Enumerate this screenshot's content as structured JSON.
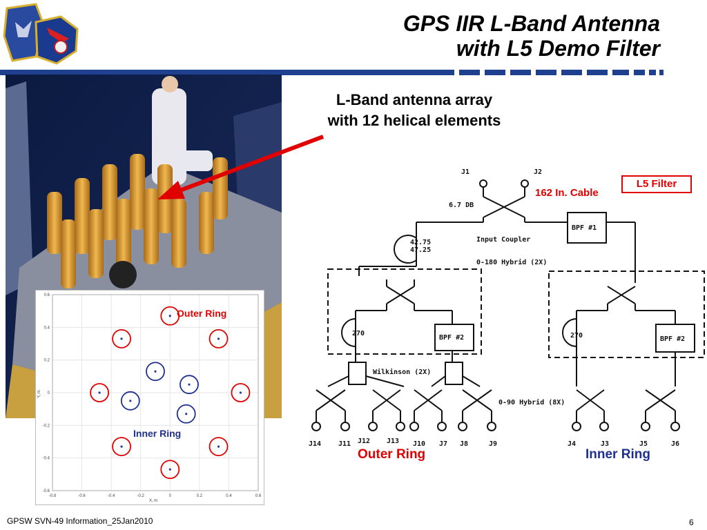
{
  "slide": {
    "title_line1": "GPS IIR L-Band Antenna",
    "title_line2": "with L5 Demo Filter",
    "callout_line1": "L-Band antenna array",
    "callout_line2": "with 12 helical elements",
    "footer_left": "GPSW SVN-49 Information_25Jan2010",
    "page_number": "6",
    "colors": {
      "accent_blue": "#1f3f8f",
      "red": "#e00000",
      "ring_blue": "#1f2f8f"
    }
  },
  "plot": {
    "outer_label": "Outer Ring",
    "inner_label": "Inner Ring",
    "xlabel": "X, m",
    "ylabel": "Y, m",
    "x_ticks": [
      "-0.8",
      "-0.6",
      "-0.4",
      "-0.2",
      "0",
      "0.2",
      "0.4",
      "0.6"
    ],
    "y_ticks": [
      "0.6",
      "0.4",
      "0.2",
      "0",
      "-0.2",
      "-0.4",
      "-0.6"
    ]
  },
  "chart_data": {
    "type": "scatter",
    "xlim": [
      -0.8,
      0.6
    ],
    "ylim": [
      -0.6,
      0.6
    ],
    "series": [
      {
        "name": "Outer Ring",
        "x": [
          0.0,
          0.33,
          0.48,
          0.33,
          0.0,
          -0.33,
          -0.48,
          -0.33
        ],
        "y": [
          0.47,
          0.33,
          0.0,
          -0.33,
          -0.47,
          -0.33,
          0.0,
          0.33
        ]
      },
      {
        "name": "Inner Ring",
        "x": [
          -0.1,
          0.13,
          0.11,
          -0.27
        ],
        "y": [
          0.13,
          0.05,
          -0.13,
          -0.05
        ]
      }
    ]
  },
  "schematic": {
    "l5_filter": "L5 Filter",
    "cable": "162 In. Cable",
    "outer_ring": "Outer Ring",
    "inner_ring": "Inner Ring",
    "j1": "J1",
    "j2": "J2",
    "db": "6.7 DB",
    "bpf1": "BPF #1",
    "input_coupler": "Input Coupler",
    "ann1": "42.75",
    "ann2": "47.25",
    "hybrid_0_180": "0-180 Hybrid (2X)",
    "val_270_left": "270",
    "val_270_right": "270",
    "bpf2_left": "BPF #2",
    "bpf2_right": "BPF #2",
    "wilkinson": "Wilkinson (2X)",
    "hybrid_0_90": "0-90 Hybrid (8X)",
    "ports": [
      "J14",
      "J11",
      "J12",
      "J13",
      "J10",
      "J7",
      "J8",
      "J9",
      "J4",
      "J3",
      "J5",
      "J6"
    ]
  }
}
